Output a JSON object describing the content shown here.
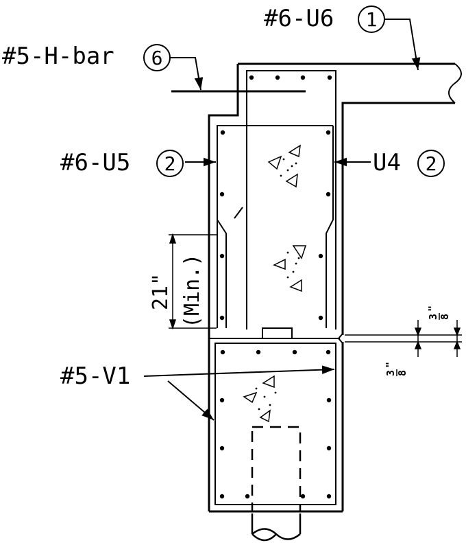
{
  "labels": {
    "u6": "#6-U6",
    "u6_circle": "1",
    "hbar": "#5-H-bar",
    "hbar_circle": "6",
    "u5": "#6-U5",
    "u5_circle": "2",
    "u4": "U4",
    "u4_circle": "2",
    "v1": "#5-V1"
  },
  "dimensions": {
    "lap_length": "21\"",
    "lap_note": "(Min.)",
    "gap_top_num": "3",
    "gap_top_den": "8",
    "gap_top_inch": "\"",
    "gap_bottom_num": "3",
    "gap_bottom_den": "8",
    "gap_bottom_inch": "\""
  },
  "colors": {
    "line": "#000000",
    "background": "#ffffff"
  }
}
